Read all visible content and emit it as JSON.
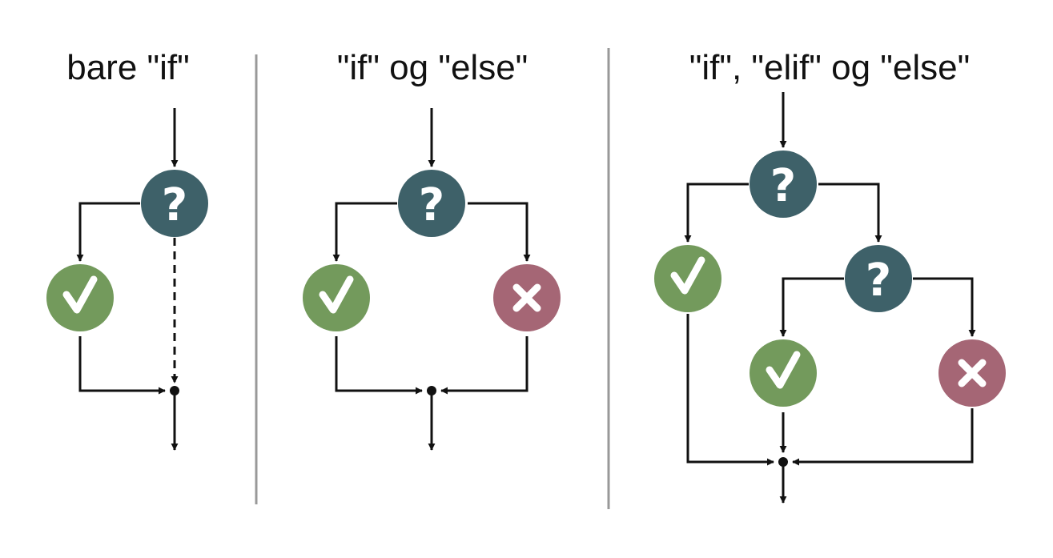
{
  "panels": [
    {
      "title": "bare \"if\""
    },
    {
      "title": "\"if\" og \"else\""
    },
    {
      "title": "\"if\", \"elif\" og \"else\""
    }
  ],
  "symbols": {
    "question": "?",
    "check": "check-icon",
    "cross": "x-icon"
  },
  "colors": {
    "decision": "#3e6169",
    "true": "#739a5c",
    "false": "#a56675",
    "line": "#111111",
    "separator": "#999999"
  }
}
